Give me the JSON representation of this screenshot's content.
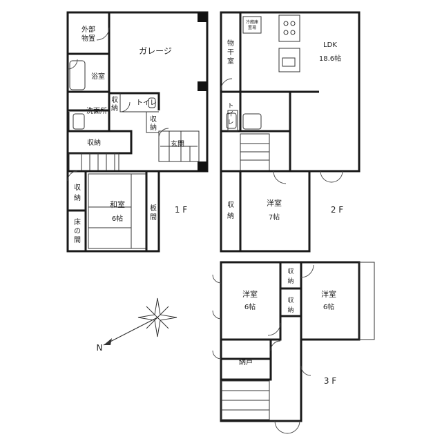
{
  "floor_labels": {
    "f1": "1 F",
    "f2": "2 F",
    "f3": "3 F"
  },
  "rooms_1f": {
    "storage_outdoor_a": "外部",
    "storage_outdoor_b": "物置",
    "garage": "ガレージ",
    "bath": "浴室",
    "toilet": "トイレ",
    "washroom": "洗面所",
    "closet_small_a": "収",
    "closet_small_b": "納",
    "closet_small2_a": "収",
    "closet_small2_b": "納",
    "entrance": "玄関",
    "closet_long": "収納",
    "closet_side_a": "収",
    "closet_side_b": "納",
    "tokonoma_a": "床",
    "tokonoma_b": "の",
    "tokonoma_c": "間",
    "washitsu": "和室",
    "washitsu_size": "6帖",
    "itama_a": "板",
    "itama_b": "間"
  },
  "rooms_2f": {
    "drying_a": "物",
    "drying_b": "干",
    "drying_c": "室",
    "fridge_a": "冷蔵庫",
    "fridge_b": "置場",
    "ldk": "LDK",
    "ldk_size": "18.6帖",
    "toilet_a": "ト",
    "toilet_b": "イ",
    "toilet_c": "レ",
    "closet_a": "収",
    "closet_b": "納",
    "youshitsu": "洋室",
    "youshitsu_size": "7帖"
  },
  "rooms_3f": {
    "youshitsu_left": "洋室",
    "youshitsu_left_size": "6帖",
    "youshitsu_right": "洋室",
    "youshitsu_right_size": "6帖",
    "closet1_a": "収",
    "closet1_b": "納",
    "closet2_a": "収",
    "closet2_b": "納",
    "nando": "納戸"
  },
  "compass": {
    "north_label": "N"
  }
}
